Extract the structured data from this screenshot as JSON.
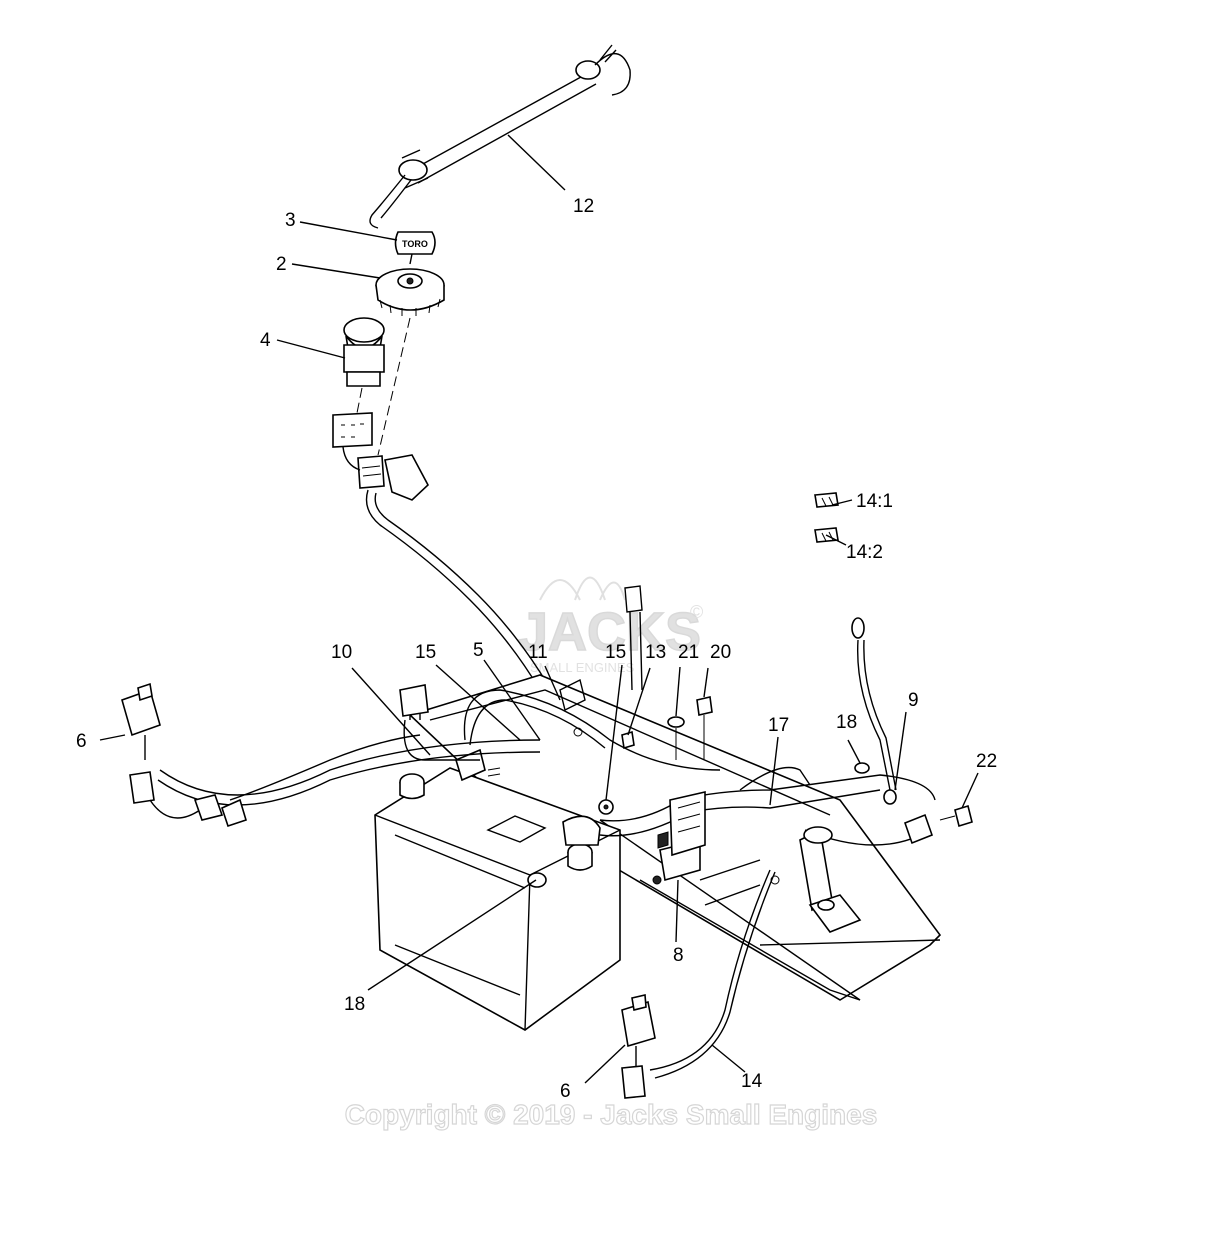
{
  "callouts": {
    "c12": "12",
    "c3": "3",
    "c2": "2",
    "c4": "4",
    "c14_1": "14:1",
    "c14_2": "14:2",
    "c10": "10",
    "c15a": "15",
    "c5": "5",
    "c11": "11",
    "c15b": "15",
    "c13": "13",
    "c21": "21",
    "c20": "20",
    "c6a": "6",
    "c17": "17",
    "c18a": "18",
    "c9": "9",
    "c22": "22",
    "c8": "8",
    "c18b": "18",
    "c6b": "6",
    "c14": "14"
  },
  "key_label": "TORO",
  "watermark": {
    "logo_text": "JACKS",
    "logo_sub": "SMALL ENGINES",
    "logo_mark": "©",
    "copyright": "Copyright © 2019 - Jacks Small Engines"
  }
}
